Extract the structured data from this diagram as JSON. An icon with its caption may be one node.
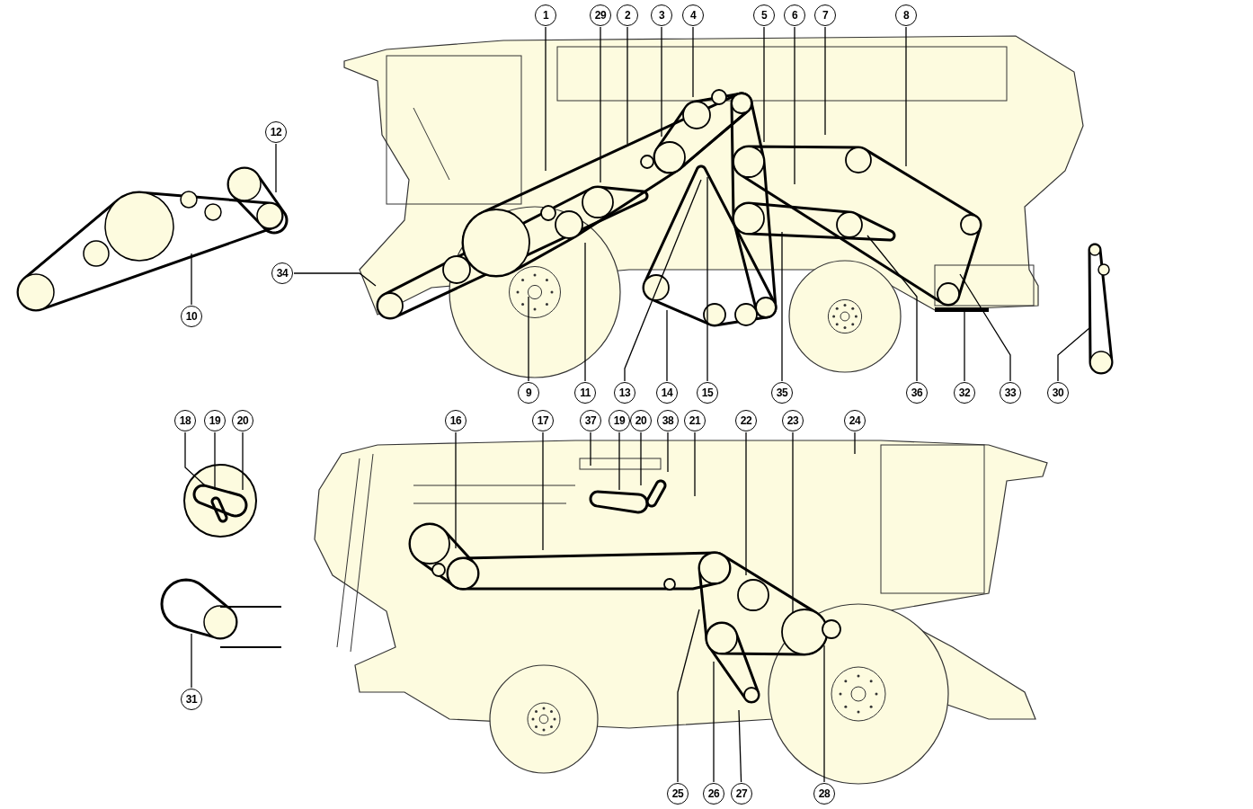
{
  "diagram": {
    "nodes": [
      {
        "text": [
          "1"
        ]
      },
      {
        "text": [
          "29"
        ]
      },
      {
        "text": [
          "2"
        ]
      },
      {
        "text": [
          "3"
        ]
      },
      {
        "text": [
          "4"
        ]
      },
      {
        "text": [
          "5"
        ]
      },
      {
        "text": [
          "6"
        ]
      },
      {
        "text": [
          "7"
        ]
      },
      {
        "text": [
          "8"
        ]
      },
      {
        "text": [
          "12"
        ]
      },
      {
        "text": [
          "34"
        ]
      },
      {
        "text": [
          "10"
        ]
      },
      {
        "text": [
          "9"
        ]
      },
      {
        "text": [
          "11"
        ]
      },
      {
        "text": [
          "13"
        ]
      },
      {
        "text": [
          "14"
        ]
      },
      {
        "text": [
          "15"
        ]
      },
      {
        "text": [
          "35"
        ]
      },
      {
        "text": [
          "36"
        ]
      },
      {
        "text": [
          "32"
        ]
      },
      {
        "text": [
          "33"
        ]
      },
      {
        "text": [
          "30"
        ]
      },
      {
        "text": [
          "18"
        ]
      },
      {
        "text": [
          "19"
        ]
      },
      {
        "text": [
          "20"
        ]
      },
      {
        "text": [
          "16"
        ]
      },
      {
        "text": [
          "17"
        ]
      },
      {
        "text": [
          "37"
        ]
      },
      {
        "text": [
          "19"
        ]
      },
      {
        "text": [
          "20"
        ]
      },
      {
        "text": [
          "38"
        ]
      },
      {
        "text": [
          "21"
        ]
      },
      {
        "text": [
          "22"
        ]
      },
      {
        "text": [
          "23"
        ]
      },
      {
        "text": [
          "24"
        ]
      },
      {
        "text": [
          "31"
        ]
      },
      {
        "text": [
          "25"
        ]
      },
      {
        "text": [
          "26"
        ]
      },
      {
        "text": [
          "27"
        ]
      },
      {
        "text": [
          "28"
        ]
      }
    ],
    "edges": [
      {
        "from": 0,
        "to": null,
        "arrow": "none"
      },
      {
        "from": 1,
        "to": null,
        "arrow": "none"
      },
      {
        "from": 2,
        "to": null,
        "arrow": "none"
      },
      {
        "from": 3,
        "to": null,
        "arrow": "none"
      },
      {
        "from": 4,
        "to": null,
        "arrow": "none"
      },
      {
        "from": 5,
        "to": null,
        "arrow": "none"
      },
      {
        "from": 6,
        "to": null,
        "arrow": "none"
      },
      {
        "from": 7,
        "to": null,
        "arrow": "none"
      },
      {
        "from": 8,
        "to": null,
        "arrow": "none"
      },
      {
        "from": 9,
        "to": null,
        "arrow": "none"
      },
      {
        "from": 10,
        "to": null,
        "arrow": "none"
      },
      {
        "from": 11,
        "to": null,
        "arrow": "none"
      },
      {
        "from": 12,
        "to": null,
        "arrow": "none"
      },
      {
        "from": 13,
        "to": null,
        "arrow": "none"
      },
      {
        "from": 14,
        "to": null,
        "arrow": "none"
      },
      {
        "from": 15,
        "to": null,
        "arrow": "none"
      },
      {
        "from": 16,
        "to": null,
        "arrow": "none"
      },
      {
        "from": 17,
        "to": null,
        "arrow": "none"
      },
      {
        "from": 18,
        "to": null,
        "arrow": "none"
      },
      {
        "from": 19,
        "to": null,
        "arrow": "none"
      },
      {
        "from": 20,
        "to": null,
        "arrow": "none"
      },
      {
        "from": 21,
        "to": null,
        "arrow": "none"
      },
      {
        "from": 22,
        "to": null,
        "arrow": "none"
      },
      {
        "from": 23,
        "to": null,
        "arrow": "none"
      },
      {
        "from": 24,
        "to": null,
        "arrow": "none"
      },
      {
        "from": 25,
        "to": null,
        "arrow": "none"
      },
      {
        "from": 26,
        "to": null,
        "arrow": "none"
      },
      {
        "from": 27,
        "to": null,
        "arrow": "none"
      },
      {
        "from": 28,
        "to": null,
        "arrow": "none"
      },
      {
        "from": 29,
        "to": null,
        "arrow": "none"
      },
      {
        "from": 30,
        "to": null,
        "arrow": "none"
      },
      {
        "from": 31,
        "to": null,
        "arrow": "none"
      },
      {
        "from": 32,
        "to": null,
        "arrow": "none"
      },
      {
        "from": 33,
        "to": null,
        "arrow": "none"
      },
      {
        "from": 34,
        "to": null,
        "arrow": "none"
      },
      {
        "from": 35,
        "to": null,
        "arrow": "none"
      },
      {
        "from": 36,
        "to": null,
        "arrow": "none"
      },
      {
        "from": 37,
        "to": null,
        "arrow": "none"
      },
      {
        "from": 38,
        "to": null,
        "arrow": "none"
      },
      {
        "from": 39,
        "to": null,
        "arrow": "none"
      }
    ]
  }
}
